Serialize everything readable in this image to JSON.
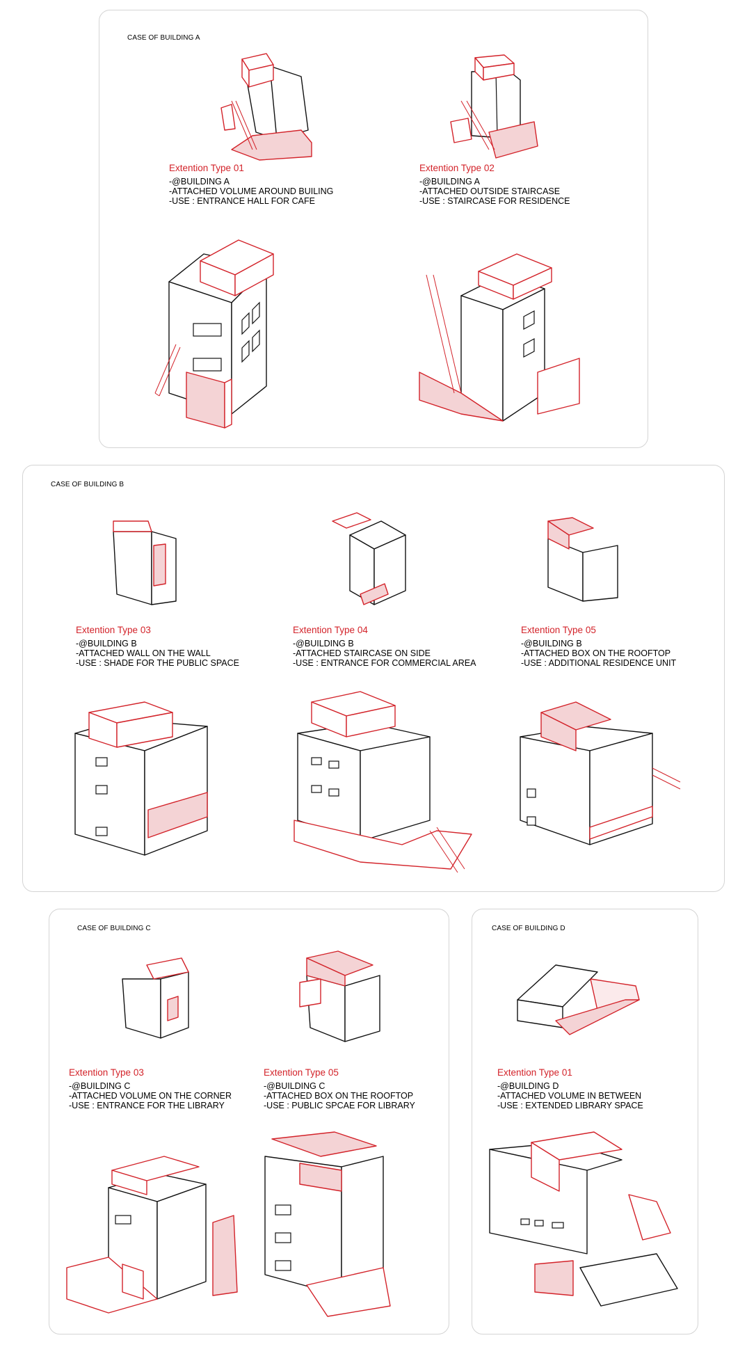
{
  "panels": [
    {
      "title": "CASE OF BUILDING A",
      "items": [
        {
          "type": "Extention Type 01",
          "lines": [
            "-@BUILDING A",
            "-ATTACHED VOLUME AROUND BUILING",
            "-USE : ENTRANCE HALL FOR CAFE"
          ]
        },
        {
          "type": "Extention Type 02",
          "lines": [
            "-@BUILDING A",
            "-ATTACHED OUTSIDE STAIRCASE",
            "-USE : STAIRCASE FOR RESIDENCE"
          ]
        }
      ]
    },
    {
      "title": "CASE OF BUILDING B",
      "items": [
        {
          "type": "Extention Type 03",
          "lines": [
            "-@BUILDING B",
            "-ATTACHED WALL ON THE WALL",
            "-USE : SHADE FOR THE PUBLIC SPACE"
          ]
        },
        {
          "type": "Extention Type 04",
          "lines": [
            "-@BUILDING B",
            "-ATTACHED STAIRCASE ON SIDE",
            "-USE : ENTRANCE FOR COMMERCIAL AREA"
          ]
        },
        {
          "type": "Extention Type 05",
          "lines": [
            "-@BUILDING B",
            "-ATTACHED BOX ON THE ROOFTOP",
            "-USE : ADDITIONAL RESIDENCE UNIT"
          ]
        }
      ]
    },
    {
      "title": "CASE OF BUILDING C",
      "items": [
        {
          "type": "Extention Type 03",
          "lines": [
            "-@BUILDING C",
            "-ATTACHED VOLUME ON THE CORNER",
            "-USE : ENTRANCE FOR THE LIBRARY"
          ]
        },
        {
          "type": "Extention Type 05",
          "lines": [
            "-@BUILDING C",
            "-ATTACHED BOX ON THE ROOFTOP",
            "-USE : PUBLIC SPCAE FOR LIBRARY"
          ]
        }
      ]
    },
    {
      "title": "CASE OF BUILDING D",
      "items": [
        {
          "type": "Extention Type 01",
          "lines": [
            "-@BUILDING D",
            "-ATTACHED VOLUME IN BETWEEN",
            "-USE : EXTENDED LIBRARY SPACE"
          ]
        }
      ]
    }
  ],
  "colors": {
    "accent": "#d3232a",
    "line": "#111111",
    "border": "#d4d4d4",
    "fill": "#f4d3d5"
  }
}
